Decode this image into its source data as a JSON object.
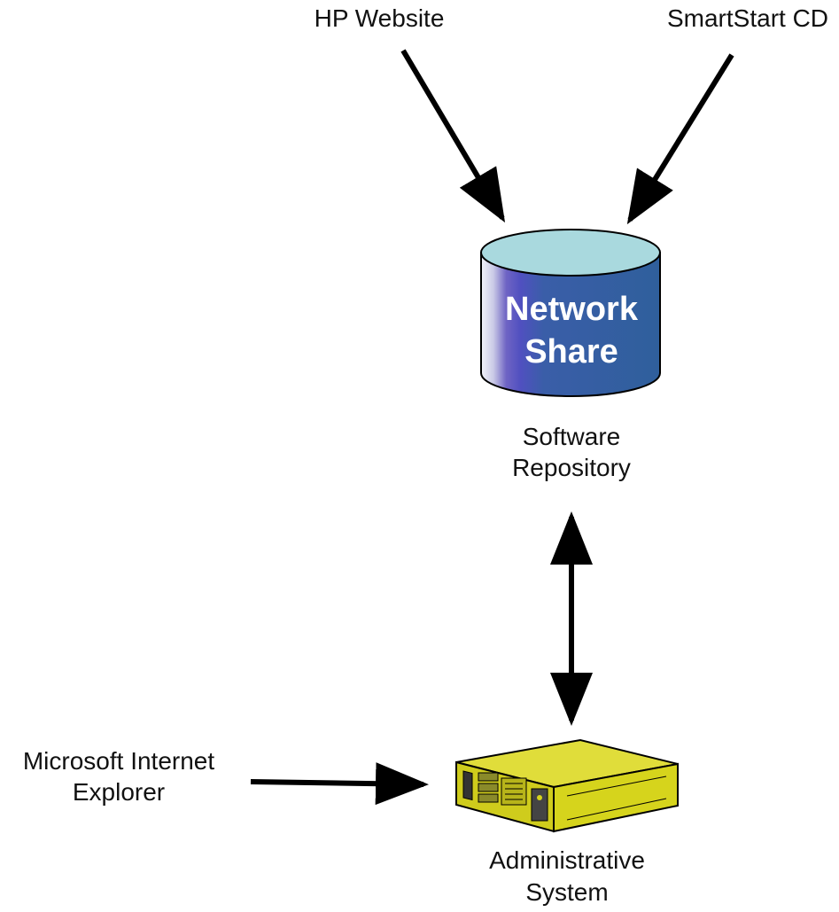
{
  "sources": {
    "hp_website": "HP Website",
    "smartstart_cd": "SmartStart CD"
  },
  "repository": {
    "drum_line1": "Network",
    "drum_line2": "Share",
    "caption_line1": "Software",
    "caption_line2": "Repository"
  },
  "client": {
    "line1": "Microsoft Internet",
    "line2": "Explorer"
  },
  "admin": {
    "caption_line1": "Administrative",
    "caption_line2": "System"
  },
  "icons": [
    "database-cylinder-icon",
    "server-icon"
  ],
  "colors": {
    "drum_top": "#a9d9de",
    "drum_body": "#2f5f9c",
    "server": "#d6d41c",
    "arrow": "#000000"
  }
}
